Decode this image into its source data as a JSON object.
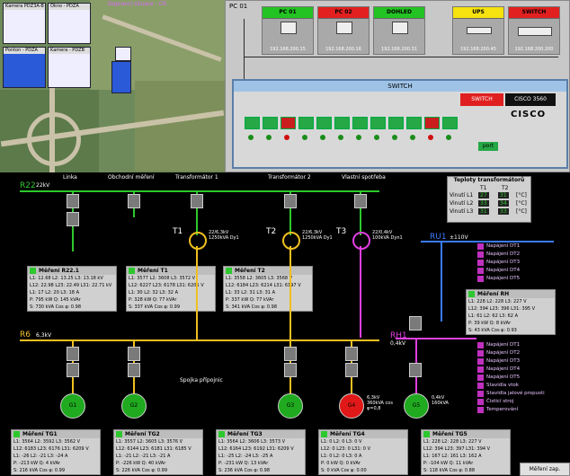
{
  "map": {
    "title": "Dopravní situace - CR",
    "thumbs": [
      "Kamera PDZ3A-B",
      "Okno - PDZA",
      "Ponton - PDZA",
      "Kamera - PDZB"
    ]
  },
  "network": {
    "header": "PC 01",
    "nodes": [
      {
        "label": "PC 01",
        "ip": "192.168.200.15",
        "color": "#23c323"
      },
      {
        "label": "PC 02",
        "ip": "192.168.200.16",
        "color": "#e22020"
      },
      {
        "label": "DOHLED",
        "ip": "192.168.200.31",
        "color": "#23c323"
      },
      {
        "label": "UPS",
        "ip": "192.168.200.45",
        "color": "#f5e20e"
      },
      {
        "label": "SWITCH",
        "ip": "192.168.200.200",
        "color": "#e22020"
      }
    ]
  },
  "switch_dialog": {
    "title": "SWITCH",
    "switch_label": "SWITCH",
    "model": "CISCO 3560",
    "logo": "CISCO",
    "port_btn": "port",
    "ports": [
      "G",
      "G",
      "R",
      "G",
      "G",
      "G",
      "G",
      "G",
      "G",
      "G",
      "R",
      "G"
    ]
  },
  "schematic": {
    "bus_r22": "R22",
    "bus_r22_v": "22kV",
    "bus_r6": "R6",
    "bus_r6_v": "6,3kV",
    "bus_ru1": "RU1",
    "bus_ru1_v": "±110V",
    "bus_rh1": "RH1",
    "bus_rh1_v": "0,4kV",
    "feeders_top": [
      "Linka",
      "Obchodní měření",
      "Transformátor 1",
      "Transformátor 2",
      "Vlastní spotřeba"
    ],
    "t1": "T1",
    "t2": "T2",
    "t3": "T3",
    "t1_spec": "22/6,3kV 1250kVA Dy1",
    "t2_spec": "22/6,3kV 1250kVA Dy1",
    "t3_spec": "22/0,4kV 100kVA Dyn1",
    "spojka": "Spojka přípojnic",
    "gens": [
      "G1",
      "G2",
      "G3",
      "G4",
      "G5"
    ],
    "g4_spec": "6,3kV 360kVA cos φ=0,8",
    "g5_spec": "0,4kV 160kVA"
  },
  "temps": {
    "title": "Teploty transformátorů",
    "head": [
      "T1",
      "T2"
    ],
    "rows": [
      {
        "l": "Vinutí L1",
        "a": "27",
        "b": "31",
        "u": "[°C]"
      },
      {
        "l": "Vinutí L2",
        "a": "33",
        "b": "34",
        "u": "[°C]"
      },
      {
        "l": "Vinutí L3",
        "a": "31",
        "b": "33",
        "u": "[°C]"
      }
    ]
  },
  "meters": {
    "r22": {
      "title": "Měření R22.1",
      "rows": [
        "L1: 12.68  L2: 13.25  L3: 13.18 kV",
        "L12: 22.98 L23: 22.49 L31: 22.71 kV",
        "L1: 17  L2: 20  L3: 18  A",
        "P: 795 kW  Q: 145 kVAr",
        "S: 730 kVA  Cos φ: 0.98"
      ]
    },
    "t1": {
      "title": "Měření T1",
      "rows": [
        "L1: 3577 L2: 3608 L3: 3572 V",
        "L12: 6227 L23: 6178 L31: 6205 V",
        "L1: 30  L2: 32  L3: 32 A",
        "P: 328 kW Q: 77 kVAr",
        "S: 337 kVA Cos φ: 0.99"
      ]
    },
    "t2": {
      "title": "Měření T2",
      "rows": [
        "L1: 3558 L2: 3605 L3: 3568 V",
        "L12: 6184 L23: 6214 L31: 6197 V",
        "L1: 33  L2: 31  L3: 31 A",
        "P: 337 kW Q: 77 kVAr",
        "S: 341 kVA Cos φ: 0.98"
      ]
    },
    "rh": {
      "title": "Měření RH",
      "rows": [
        "L1: 228 L2: 228 L3: 227 V",
        "L12: 394 L23: 396 L31: 395 V",
        "L1: 61  L2: 62  L3: 62 A",
        "P: 39 kW Q: 8 kVAr",
        "S: 43 kVA Cos φ: 0.93"
      ]
    },
    "tg1": {
      "title": "Měření TG1",
      "rows": [
        "L1: 3564 L2: 3592 L3: 3562 V",
        "L12: 6183 L23: 6176 L31: 6209 V",
        "L1: -26 L2: -21 L3: -24 A",
        "P: -213 kW Q: 4 kVAr",
        "S: 216 kVA Cos φ: 0.99"
      ]
    },
    "tg2": {
      "title": "Měření TG2",
      "rows": [
        "L1: 3557 L2: 3605 L3: 3576 V",
        "L12: 6144 L23: 6181 L31: 6185 V",
        "L1: -21 L2: -21 L3: -21 A",
        "P: -226 kW Q: 40 kVAr",
        "S: 226 kVA Cos φ: 0.99"
      ]
    },
    "tg3": {
      "title": "Měření TG3",
      "rows": [
        "L1: 3564 L2: 3606 L3: 3573 V",
        "L12: 6164 L23: 6192 L31: 6209 V",
        "L1: -25 L2: -24 L3: -25 A",
        "P: -231 kW Q: 13 kVAr",
        "S: 236 kVA Cos φ: 0.98"
      ]
    },
    "tg4": {
      "title": "Měření TG4",
      "rows": [
        "L1: 0 L2: 0 L3: 0 V",
        "L12: 0 L23: 0 L31: 0 V",
        "L1: 0 L2: 0 L3: 0 A",
        "P: 0 kW Q: 0 kVAr",
        "S: 0 kVA Cos φ: 0.00"
      ]
    },
    "tg5": {
      "title": "Měření TG5",
      "rows": [
        "L1: 228 L2: 228 L3: 227 V",
        "L12: 394 L23: 397 L31: 394 V",
        "L1: 167 L2: 161 L3: 162 A",
        "P: -104 kW Q: 11 kVAr",
        "S: 118 kVA Cos φ: 0.88"
      ]
    }
  },
  "legend_dt": [
    "Napájení DT1",
    "Napájení DT2",
    "Napájení DT3",
    "Napájení DT4",
    "Napájení DT5"
  ],
  "legend_rh": [
    "Napájení DT1",
    "Napájení DT2",
    "Napájení DT3",
    "Napájení DT4",
    "Napájení DT5",
    "Stavidla vtok",
    "Stavidla jalové propusti",
    "Čisticí stroj",
    "Temperování"
  ],
  "ok_button": "Měření zap."
}
